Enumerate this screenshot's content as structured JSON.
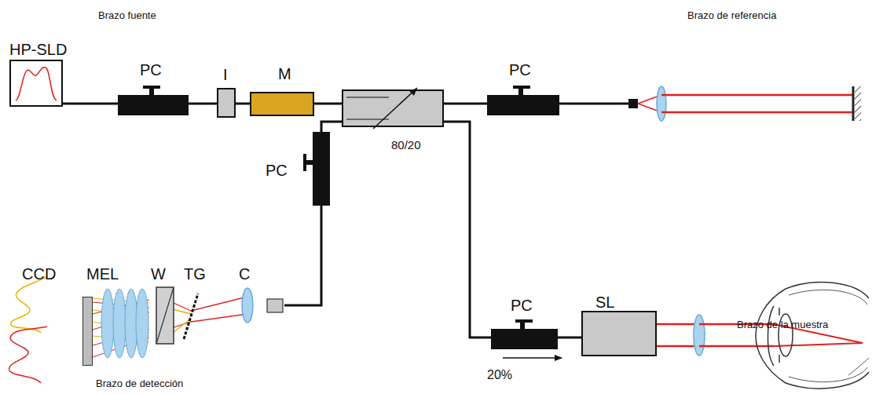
{
  "diagram": {
    "nodes": [
      {
        "text": [
          "HP-SLD"
        ]
      },
      {
        "text": [
          "PC"
        ]
      },
      {
        "text": [
          "I"
        ]
      },
      {
        "text": [
          "M"
        ]
      },
      {
        "text": [
          "80/20"
        ]
      },
      {
        "text": [
          "PC"
        ]
      },
      {
        "text": [
          "PC"
        ]
      },
      {
        "text": [
          "PC"
        ]
      },
      {
        "text": [
          "SL"
        ]
      },
      {
        "text": [
          "CCD"
        ]
      },
      {
        "text": [
          "MEL"
        ]
      },
      {
        "text": [
          "W"
        ]
      },
      {
        "text": [
          "TG"
        ]
      },
      {
        "text": [
          "C"
        ]
      }
    ],
    "edges": [
      {
        "from": 0,
        "to": 1,
        "arrow": "none"
      },
      {
        "from": 1,
        "to": 2,
        "arrow": "none"
      },
      {
        "from": 2,
        "to": 3,
        "arrow": "none"
      },
      {
        "from": 3,
        "to": 4,
        "arrow": "none"
      },
      {
        "from": 4,
        "to": 5,
        "arrow": "none"
      },
      {
        "from": 4,
        "to": 6,
        "arrow": "none"
      },
      {
        "from": 4,
        "to": 7,
        "arrow": "none"
      },
      {
        "from": 6,
        "to": 13,
        "arrow": "none"
      },
      {
        "from": 7,
        "to": 8,
        "arrow": "none"
      }
    ],
    "labels": [
      "Brazo fuente",
      "Brazo de referencia",
      "Brazo de detección",
      "Brazo de la muestra",
      "20%"
    ]
  }
}
